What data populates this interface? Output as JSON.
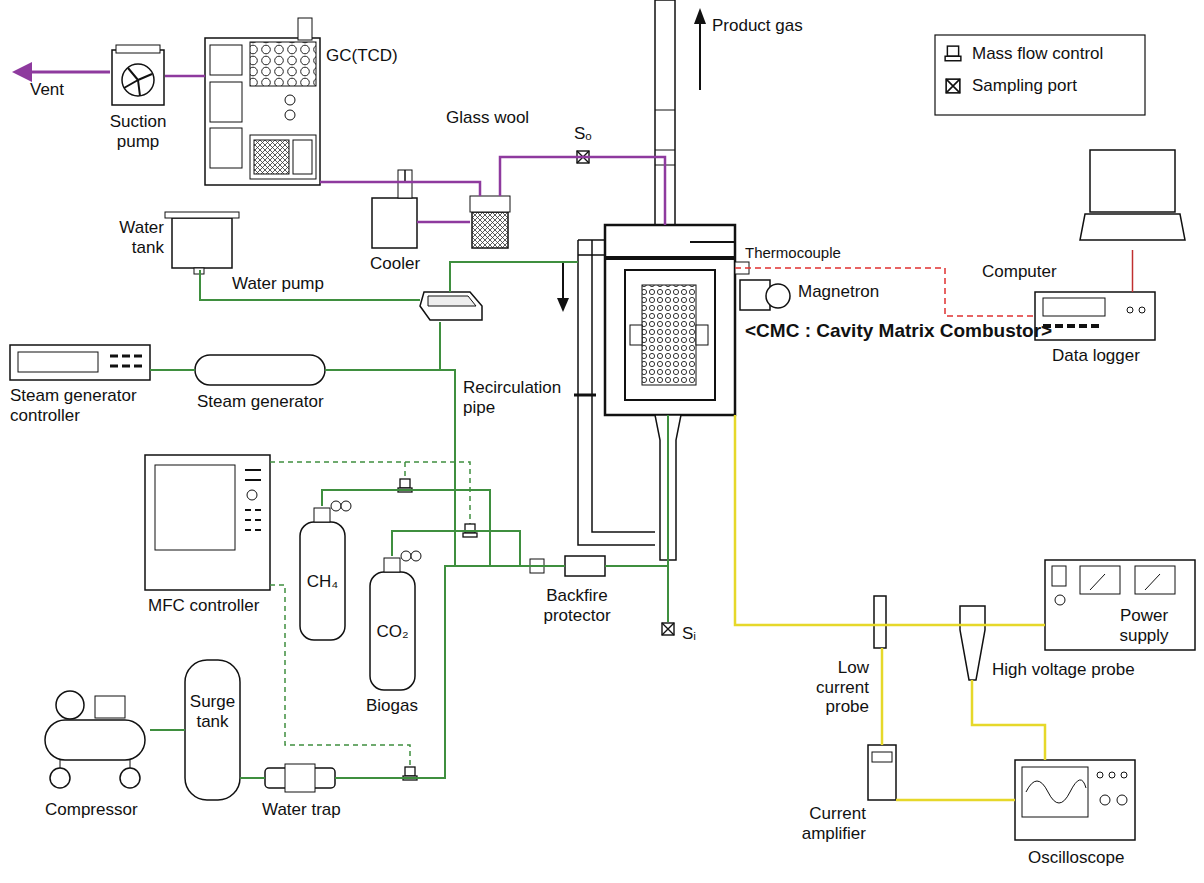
{
  "diagram": {
    "nodes": [
      {
        "text": [
          "Suction pump"
        ]
      },
      {
        "text": [
          "GC(TCD)"
        ]
      },
      {
        "text": [
          "Cooler"
        ]
      },
      {
        "text": [
          "Glass wool"
        ]
      },
      {
        "text": [
          "Water tank"
        ]
      },
      {
        "text": [
          "Water pump"
        ]
      },
      {
        "text": [
          "Steam generator controller"
        ]
      },
      {
        "text": [
          "Steam generator"
        ]
      },
      {
        "text": [
          "MFC controller"
        ]
      },
      {
        "text": [
          "CH₄"
        ]
      },
      {
        "text": [
          "CO₂"
        ]
      },
      {
        "text": [
          "Backfire protector"
        ]
      },
      {
        "text": [
          "<CMC : Cavity Matrix Combustor>"
        ]
      },
      {
        "text": [
          "Magnetron"
        ]
      },
      {
        "text": [
          "Computer"
        ]
      },
      {
        "text": [
          "Data logger"
        ]
      },
      {
        "text": [
          "Power supply"
        ]
      },
      {
        "text": [
          "Low current probe"
        ]
      },
      {
        "text": [
          "High voltage probe"
        ]
      },
      {
        "text": [
          "Current amplifier"
        ]
      },
      {
        "text": [
          "Oscilloscope"
        ]
      },
      {
        "text": [
          "Compressor"
        ]
      },
      {
        "text": [
          "Surge tank"
        ]
      },
      {
        "text": [
          "Water trap"
        ]
      }
    ],
    "edges": [
      {
        "from": 21,
        "to": 22,
        "arrow": "none"
      },
      {
        "from": 22,
        "to": 23,
        "arrow": "none"
      },
      {
        "from": 23,
        "to": 11,
        "arrow": "none"
      },
      {
        "from": 9,
        "to": 11,
        "arrow": "none"
      },
      {
        "from": 10,
        "to": 11,
        "arrow": "none"
      },
      {
        "from": 4,
        "to": 5,
        "arrow": "none"
      },
      {
        "from": 5,
        "to": 7,
        "arrow": "none"
      },
      {
        "from": 7,
        "to": 11,
        "arrow": "none"
      },
      {
        "from": 6,
        "to": 7,
        "arrow": "none"
      },
      {
        "from": 11,
        "to": 12,
        "arrow": "none"
      },
      {
        "from": 12,
        "to": 3,
        "arrow": "none"
      },
      {
        "from": 3,
        "to": 1,
        "arrow": "none"
      },
      {
        "from": 2,
        "to": 3,
        "arrow": "none"
      },
      {
        "from": 1,
        "to": 0,
        "arrow": "none"
      },
      {
        "from": 12,
        "to": 15,
        "arrow": "none"
      },
      {
        "from": 15,
        "to": 14,
        "arrow": "none"
      },
      {
        "from": 12,
        "to": 16,
        "arrow": "none"
      },
      {
        "from": 17,
        "to": 19,
        "arrow": "none"
      },
      {
        "from": 19,
        "to": 20,
        "arrow": "none"
      },
      {
        "from": 18,
        "to": 20,
        "arrow": "none"
      }
    ],
    "labels": [
      "Vent",
      "Product gas",
      "Sₒ",
      "Thermocouple",
      "Recirculation pipe",
      "Biogas",
      "Sᵢ"
    ],
    "legend": [
      {
        "text": "Mass flow control"
      },
      {
        "text": "Sampling port"
      }
    ]
  }
}
